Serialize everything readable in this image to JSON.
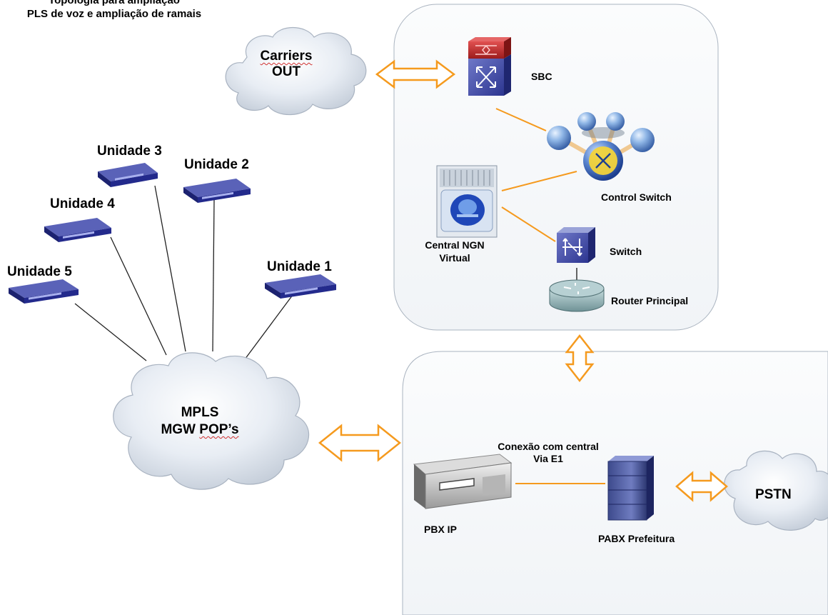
{
  "title": {
    "line1": "Topologia para ampliação",
    "line2": "PLS de voz e ampliação de ramais"
  },
  "clouds": {
    "carriers": {
      "line1": "Carriers",
      "line2": "OUT"
    },
    "mpls": {
      "line1": "MPLS",
      "line2_main": "MGW ",
      "line2_squiggle": "POP’s"
    },
    "pstn": {
      "label": "PSTN"
    }
  },
  "units": [
    {
      "label": "Unidade 1"
    },
    {
      "label": "Unidade 2"
    },
    {
      "label": "Unidade 3"
    },
    {
      "label": "Unidade 4"
    },
    {
      "label": "Unidade 5"
    }
  ],
  "core": {
    "sbc": "SBC",
    "control_switch": "Control Switch",
    "central_ngn_line1": "Central NGN",
    "central_ngn_line2": "Virtual",
    "switch": "Switch",
    "router": "Router Principal"
  },
  "pbx_area": {
    "conexao_line1": "Conexão com central",
    "conexao_line2": "Via E1",
    "pbx_ip": "PBX IP",
    "pabx": "PABX Prefeitura"
  },
  "colors": {
    "arrow": "#f59a1e",
    "link_orange": "#f59a1e",
    "link_black": "#222222",
    "cloud_fill": "#dde4ee",
    "panel_fill": "#f7f9fb",
    "panel_stroke": "#aab4c0",
    "device_blue": "#232a8c"
  },
  "icons": {
    "sbc": "sbc-firewall-switch-icon",
    "control_switch": "atm-control-switch-icon",
    "central_ngn": "ngn-server-icon",
    "switch": "layer3-switch-icon",
    "router": "router-icon",
    "pbx_ip": "pbx-rack-icon",
    "pabx": "pabx-tower-icon",
    "unit": "access-device-icon"
  }
}
